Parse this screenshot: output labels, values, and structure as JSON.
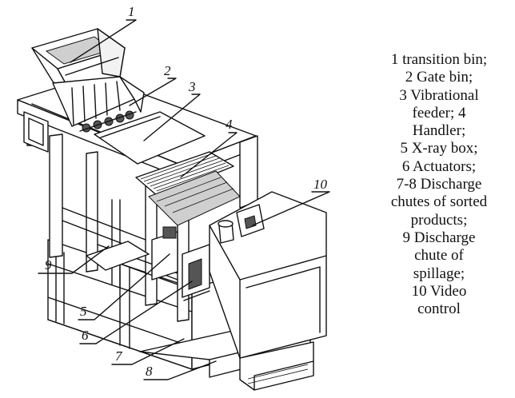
{
  "callouts": [
    "1",
    "2",
    "3",
    "4",
    "5",
    "6",
    "7",
    "8",
    "9",
    "10"
  ],
  "legend": [
    "1 transition bin;",
    "2 Gate bin;",
    "3 Vibrational",
    "feeder; 4",
    "Handler;",
    "5 X-ray box;",
    "6 Actuators;",
    "7-8 Discharge",
    "chutes of sorted",
    "products;",
    "9 Discharge",
    "chute of",
    "spillage;",
    "10 Video",
    "control"
  ]
}
